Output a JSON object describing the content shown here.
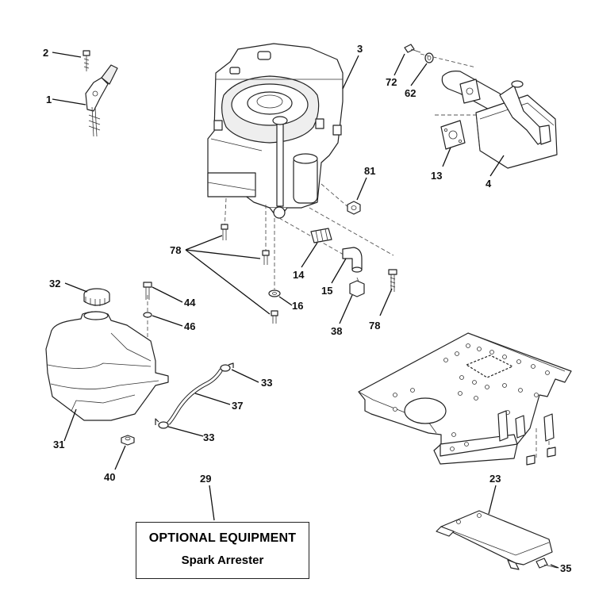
{
  "callouts": {
    "c1": "1",
    "c2": "2",
    "c3": "3",
    "c4": "4",
    "c13": "13",
    "c14": "14",
    "c15": "15",
    "c16": "16",
    "c23": "23",
    "c29": "29",
    "c31": "31",
    "c32": "32",
    "c33a": "33",
    "c33b": "33",
    "c35": "35",
    "c37": "37",
    "c38": "38",
    "c40": "40",
    "c44": "44",
    "c46": "46",
    "c62": "62",
    "c72": "72",
    "c78a": "78",
    "c78b": "78",
    "c81": "81"
  },
  "optional_equipment": {
    "title": "OPTIONAL EQUIPMENT",
    "item": "Spark Arrester"
  }
}
